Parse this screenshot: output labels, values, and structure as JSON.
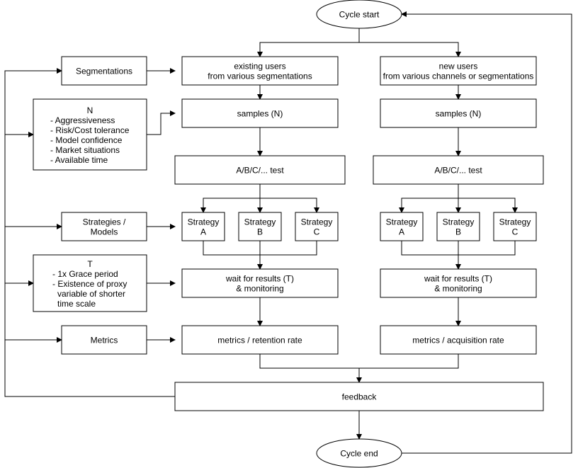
{
  "start": "Cycle start",
  "end": "Cycle end",
  "factors": {
    "segmentations": "Segmentations",
    "n": {
      "title": "N",
      "items": [
        "- Aggressiveness",
        "- Risk/Cost tolerance",
        "- Model confidence",
        "- Market situations",
        "- Available time"
      ]
    },
    "strategies": [
      "Strategies /",
      "Models"
    ],
    "t": {
      "title": "T",
      "lines": [
        "- 1x Grace period",
        "- Existence of proxy",
        "variable of shorter",
        "time scale"
      ]
    },
    "metrics": "Metrics"
  },
  "existing": {
    "users": [
      "existing users",
      "from various segmentations"
    ],
    "samples": "samples (N)",
    "test": "A/B/C/... test",
    "strategy_a": [
      "Strategy",
      "A"
    ],
    "strategy_b": [
      "Strategy",
      "B"
    ],
    "strategy_c": [
      "Strategy",
      "C"
    ],
    "wait": [
      "wait for results (T)",
      "& monitoring"
    ],
    "metrics": "metrics / retention rate"
  },
  "new": {
    "users": [
      "new users",
      "from various channels or segmentations"
    ],
    "samples": "samples (N)",
    "test": "A/B/C/... test",
    "strategy_a": [
      "Strategy",
      "A"
    ],
    "strategy_b": [
      "Strategy",
      "B"
    ],
    "strategy_c": [
      "Strategy",
      "C"
    ],
    "wait": [
      "wait for results (T)",
      "& monitoring"
    ],
    "metrics": "metrics / acquisition rate"
  },
  "feedback": "feedback"
}
